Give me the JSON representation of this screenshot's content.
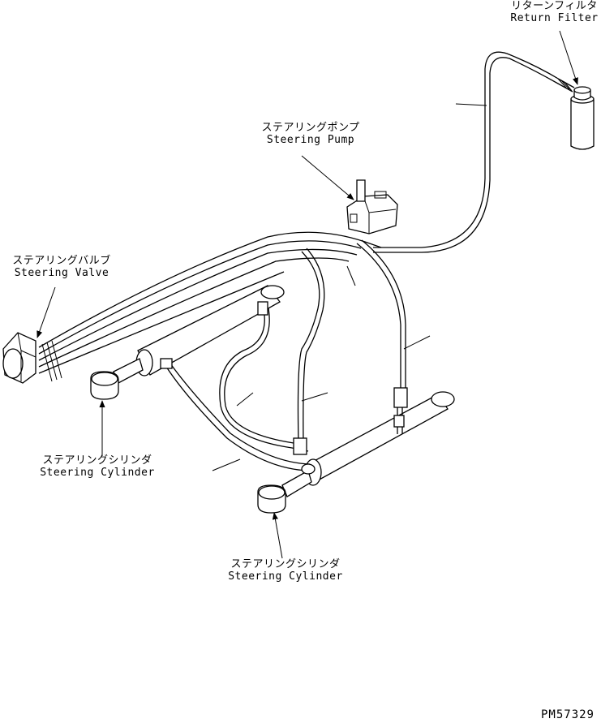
{
  "labels": {
    "return_filter": {
      "jp": "リターンフィルタ",
      "en": "Return Filter"
    },
    "steering_pump": {
      "jp": "ステアリングポンプ",
      "en": "Steering Pump"
    },
    "steering_valve": {
      "jp": "ステアリングバルブ",
      "en": "Steering Valve"
    },
    "steering_cylinder_left": {
      "jp": "ステアリングシリンダ",
      "en": "Steering Cylinder"
    },
    "steering_cylinder_right": {
      "jp": "ステアリングシリンダ",
      "en": "Steering Cylinder"
    }
  },
  "reference_code": "PM57329"
}
